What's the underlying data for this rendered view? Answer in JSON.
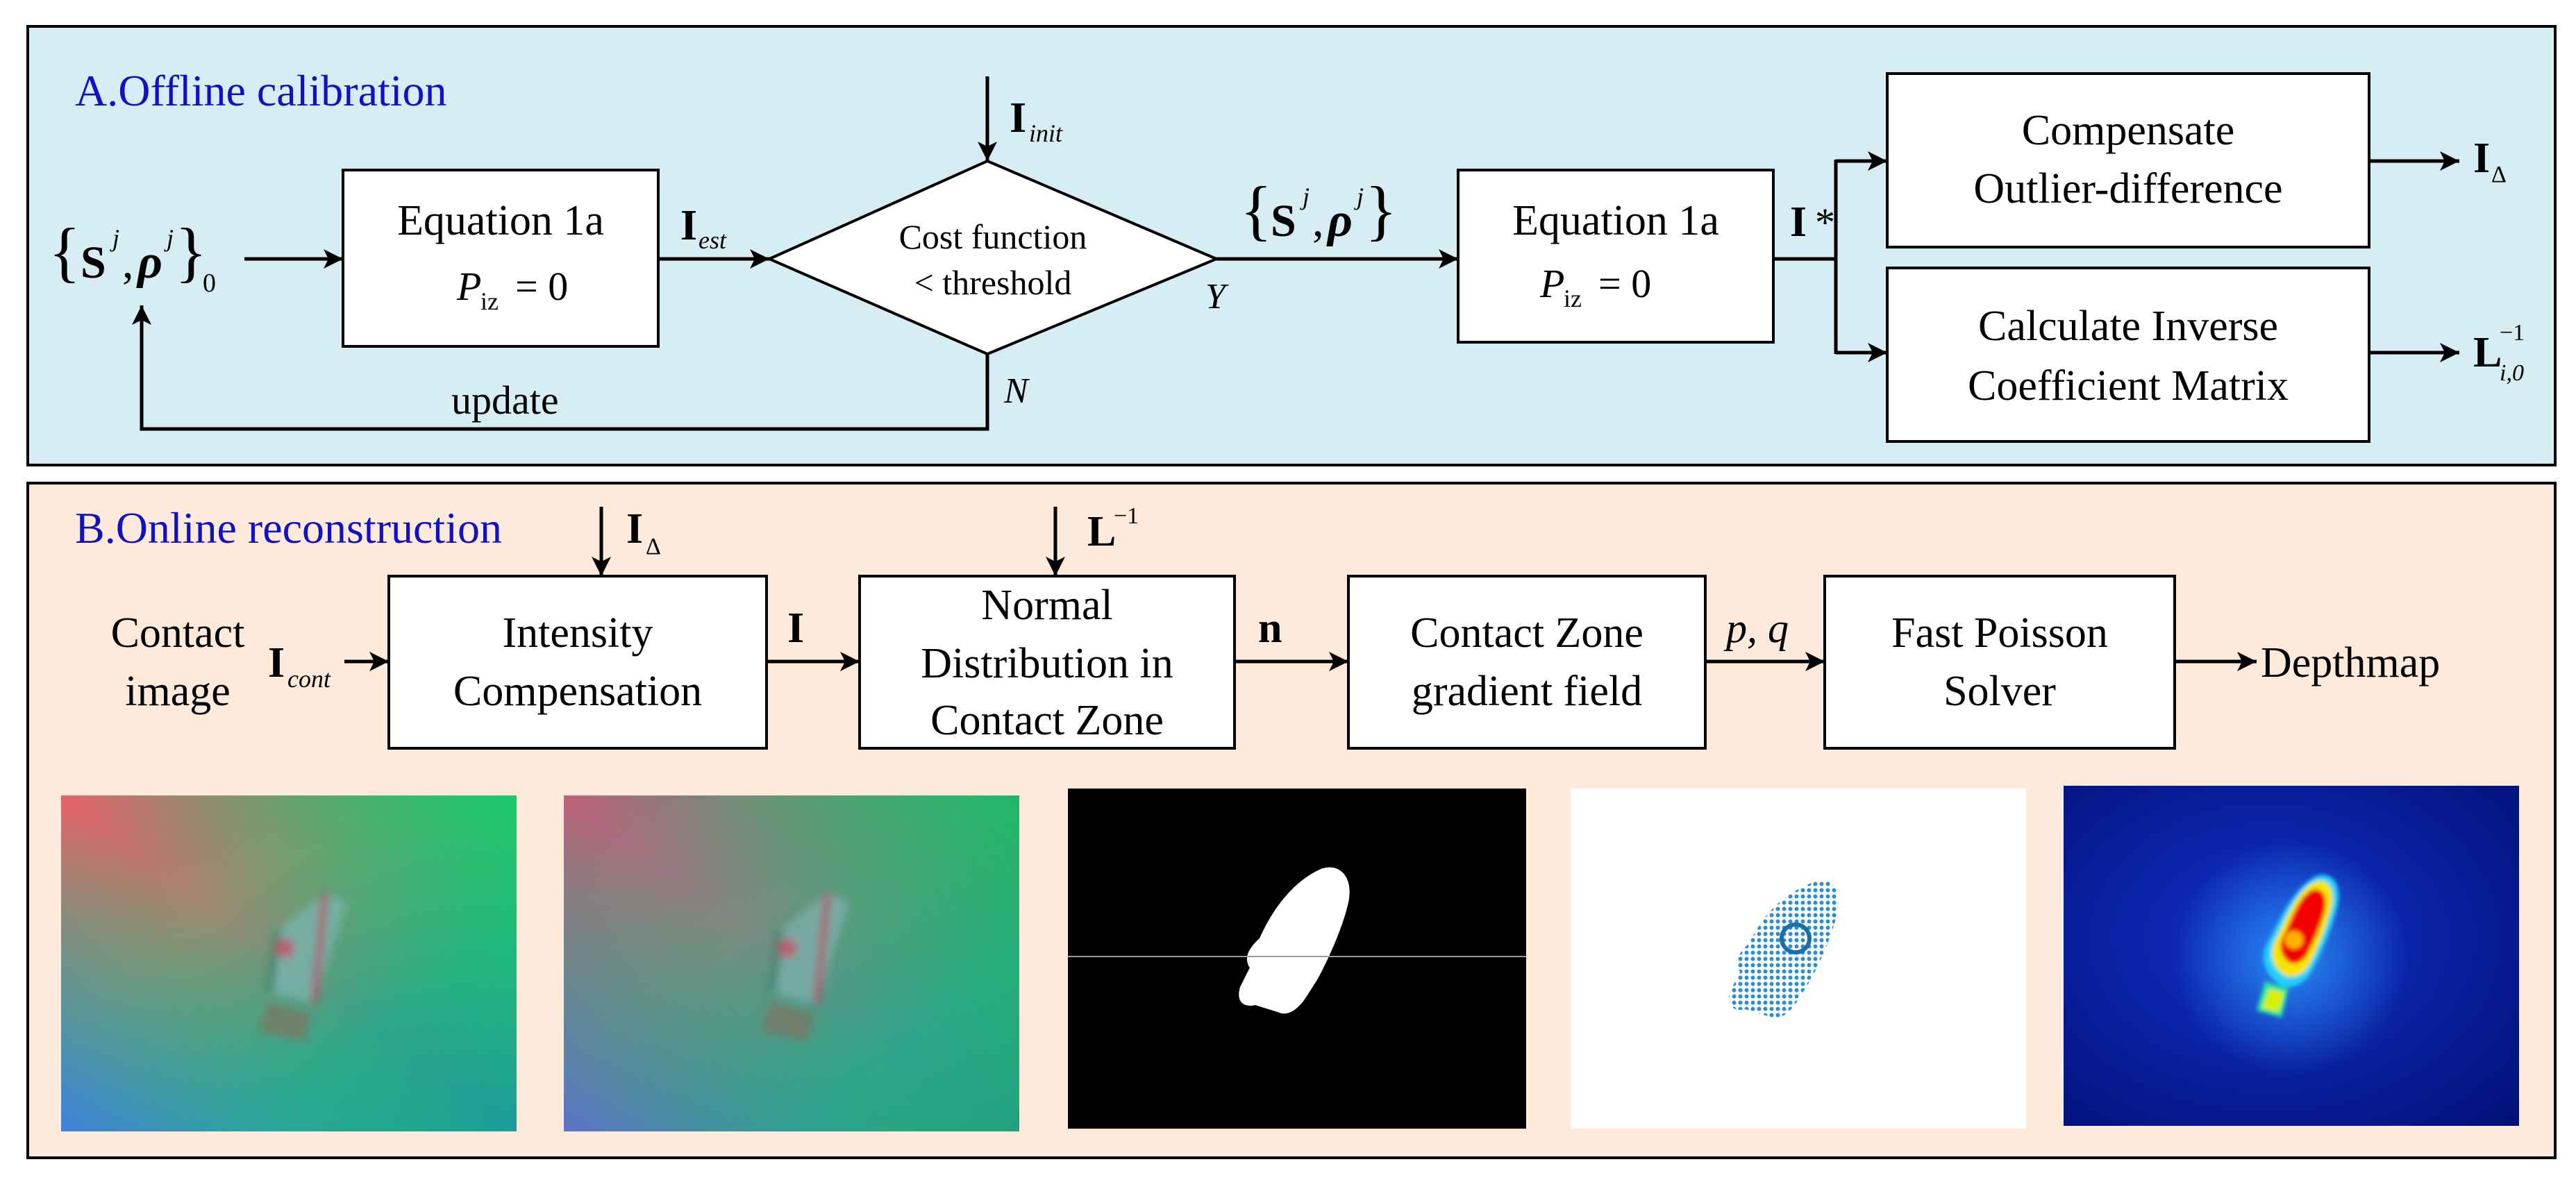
{
  "colors": {
    "panel_a_bg": "#d6edf3",
    "panel_b_bg": "#fdeadb",
    "section_title": "#1010c8",
    "stroke": "#000000",
    "box_fill": "#ffffff"
  },
  "panel_a": {
    "title": "A.Offline calibration",
    "input_label": {
      "s": "S",
      "sep": ",",
      "rho": "ρ",
      "sup": "j",
      "sub": "0"
    },
    "box1": {
      "line1": "Equation 1a",
      "line2_var": "P",
      "line2_sub": "iz",
      "line2_rest": "= 0"
    },
    "edge_est": {
      "base": "I",
      "sub": "est"
    },
    "init": {
      "base": "I",
      "sub": "init"
    },
    "decision": {
      "line1": "Cost function",
      "line2": "< threshold",
      "yes": "Y",
      "no": "N"
    },
    "edge_sj": {
      "s": "S",
      "sep": ",",
      "rho": "ρ",
      "sup": "j"
    },
    "box2": {
      "line1": "Equation 1a",
      "line2_var": "P",
      "line2_sub": "iz",
      "line2_rest": "= 0"
    },
    "edge_istar": {
      "base": "I",
      "star": "*"
    },
    "box3": {
      "line1": "Compensate",
      "line2": "Outlier-difference"
    },
    "box4": {
      "line1": "Calculate Inverse",
      "line2": "Coefficient Matrix"
    },
    "out_delta": {
      "base": "I",
      "sub": "Δ"
    },
    "out_linv": {
      "base": "L",
      "sup": "−1",
      "sub": "i,0"
    },
    "update": "update"
  },
  "panel_b": {
    "title": "B.Online reconstruction",
    "input": {
      "line1": "Contact",
      "line2": "image",
      "sym_base": "I",
      "sym_sub": "cont"
    },
    "delta": {
      "base": "I",
      "sub": "Δ"
    },
    "linv": {
      "base": "L",
      "sup": "−1"
    },
    "box1": {
      "line1": "Intensity",
      "line2": "Compensation"
    },
    "edge_i": "I",
    "box2": {
      "line1": "Normal",
      "line2": "Distribution in",
      "line3": "Contact Zone"
    },
    "edge_n": "n",
    "box3": {
      "line1": "Contact Zone",
      "line2": "gradient field"
    },
    "edge_pq": "p, q",
    "box4": {
      "line1": "Fast Poisson",
      "line2": "Solver"
    },
    "output": "Depthmap"
  }
}
